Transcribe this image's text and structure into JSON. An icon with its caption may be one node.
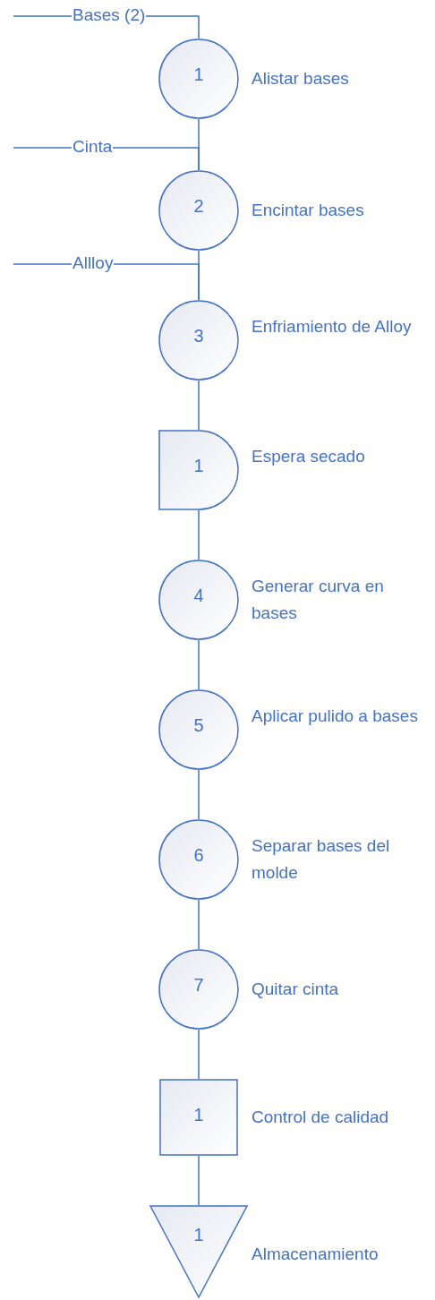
{
  "diagram": {
    "nodes": [
      {
        "text": [
          "1"
        ],
        "beside": [
          "Alistar bases"
        ]
      },
      {
        "text": [
          "2"
        ],
        "beside": [
          "Encintar bases"
        ]
      },
      {
        "text": [
          "3"
        ],
        "beside": [
          "Enfriamiento de Alloy"
        ]
      },
      {
        "text": [
          "1"
        ],
        "beside": [
          "Espera secado"
        ]
      },
      {
        "text": [
          "4"
        ],
        "beside": [
          "Generar curva en bases"
        ]
      },
      {
        "text": [
          "5"
        ],
        "beside": [
          "Aplicar pulido a bases"
        ]
      },
      {
        "text": [
          "6"
        ],
        "beside": [
          "Separar bases del molde"
        ]
      },
      {
        "text": [
          "7"
        ],
        "beside": [
          "Quitar cinta"
        ]
      },
      {
        "text": [
          "1"
        ],
        "beside": [
          "Control de calidad"
        ]
      },
      {
        "text": [
          "1"
        ],
        "beside": [
          "Almacenamiento"
        ]
      }
    ],
    "edges": [
      {
        "from": null,
        "to": 0,
        "arrow": "none",
        "label": "Bases (2)"
      },
      {
        "from": 0,
        "to": 1,
        "arrow": "none"
      },
      {
        "from": null,
        "to": 1,
        "arrow": "none",
        "label": "Cinta"
      },
      {
        "from": 1,
        "to": 2,
        "arrow": "none"
      },
      {
        "from": null,
        "to": 2,
        "arrow": "none",
        "label": "Allloy"
      },
      {
        "from": 2,
        "to": 3,
        "arrow": "none"
      },
      {
        "from": 3,
        "to": 4,
        "arrow": "none"
      },
      {
        "from": 4,
        "to": 5,
        "arrow": "none"
      },
      {
        "from": 5,
        "to": 6,
        "arrow": "none"
      },
      {
        "from": 6,
        "to": 7,
        "arrow": "none"
      },
      {
        "from": 7,
        "to": 8,
        "arrow": "none"
      },
      {
        "from": 8,
        "to": 9,
        "arrow": "none"
      }
    ]
  }
}
